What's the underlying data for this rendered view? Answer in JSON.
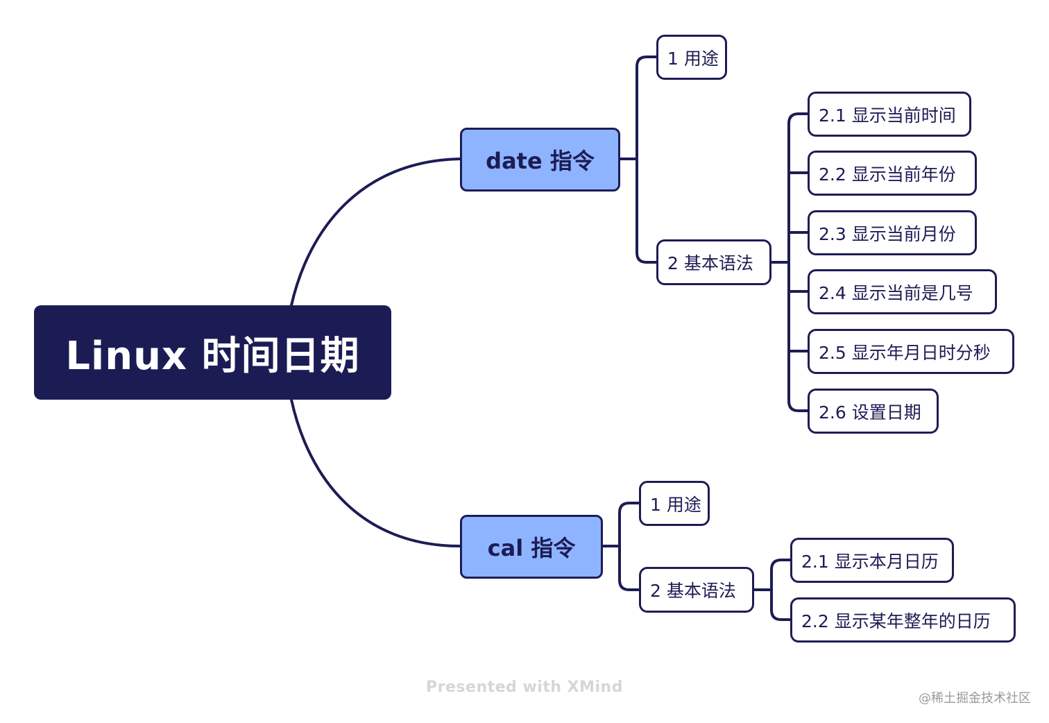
{
  "colors": {
    "root_bg": "#1c1c55",
    "main_bg": "#8fb4ff",
    "line": "#1c1c55",
    "node_bg": "#ffffff"
  },
  "root": {
    "label": "Linux 时间日期"
  },
  "date": {
    "label": "date 指令",
    "purpose": "1 用途",
    "syntax": "2 基本语法",
    "items": [
      "2.1 显示当前时间",
      "2.2 显示当前年份",
      "2.3 显示当前月份",
      "2.4 显示当前是几号",
      "2.5 显示年月日时分秒",
      "2.6 设置日期"
    ]
  },
  "cal": {
    "label": "cal 指令",
    "purpose": "1 用途",
    "syntax": "2 基本语法",
    "items": [
      "2.1 显示本月日历",
      "2.2 显示某年整年的日历"
    ]
  },
  "footer": "Presented with XMind",
  "watermark": "@稀土掘金技术社区"
}
